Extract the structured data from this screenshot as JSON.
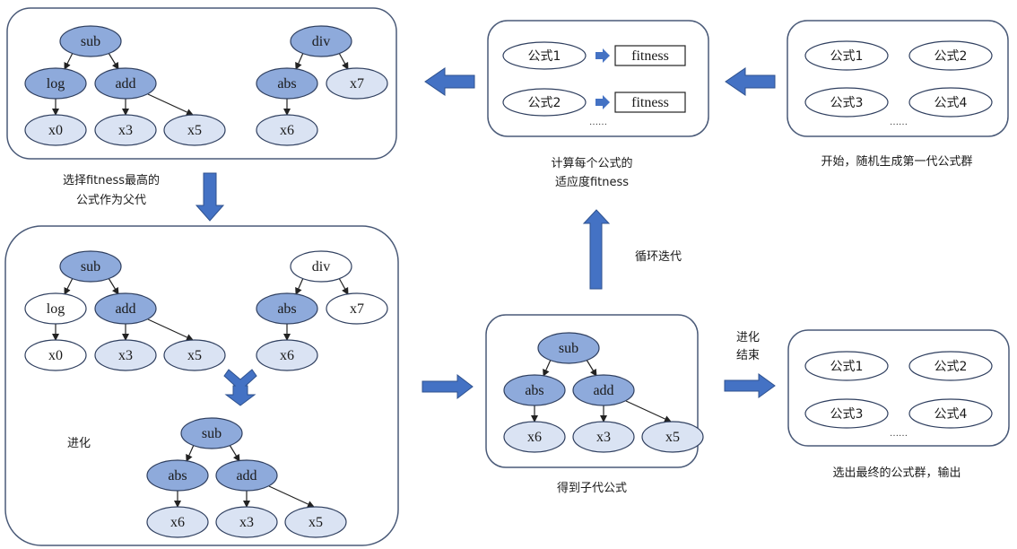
{
  "colors": {
    "border": "#4a5a78",
    "op_fill": "#8eaadb",
    "leaf_fill": "#dae3f3",
    "white_fill": "#ffffff",
    "arrow": "#4472c4",
    "arrow_stroke": "#2f528f",
    "text": "#1a1a1a"
  },
  "panels": {
    "parents": {
      "tree1": {
        "root": "sub",
        "left": "log",
        "right": "add",
        "left_child": "x0",
        "right_left": "x3",
        "right_right": "x5"
      },
      "tree2": {
        "root": "div",
        "left": "abs",
        "right": "x7",
        "left_child": "x6"
      }
    },
    "fitness": {
      "rows": [
        {
          "formula": "公式1",
          "value": "fitness"
        },
        {
          "formula": "公式2",
          "value": "fitness"
        }
      ],
      "ellipsis": "……",
      "caption_line1": "计算每个公式的",
      "caption_line2": "适应度fitness"
    },
    "start": {
      "formulas": [
        "公式1",
        "公式2",
        "公式3",
        "公式4"
      ],
      "ellipsis": "……",
      "caption": "开始，随机生成第一代公式群"
    },
    "evolve": {
      "tree1": {
        "root": "sub",
        "left": "log",
        "right": "add",
        "left_child": "x0",
        "right_left": "x3",
        "right_right": "x5"
      },
      "tree2": {
        "root": "div",
        "left": "abs",
        "right": "x7",
        "left_child": "x6"
      },
      "child": {
        "root": "sub",
        "left": "abs",
        "right": "add",
        "left_child": "x6",
        "right_left": "x3",
        "right_right": "x5"
      },
      "label": "进化"
    },
    "offspring": {
      "tree": {
        "root": "sub",
        "left": "abs",
        "right": "add",
        "left_child": "x6",
        "right_left": "x3",
        "right_right": "x5"
      },
      "caption": "得到子代公式"
    },
    "final": {
      "formulas": [
        "公式1",
        "公式2",
        "公式3",
        "公式4"
      ],
      "ellipsis": "……",
      "caption": "选出最终的公式群，输出"
    }
  },
  "labels": {
    "select_line1": "选择fitness最高的",
    "select_line2": "公式作为父代",
    "loop": "循环迭代",
    "end_line1": "进化",
    "end_line2": "结束"
  }
}
